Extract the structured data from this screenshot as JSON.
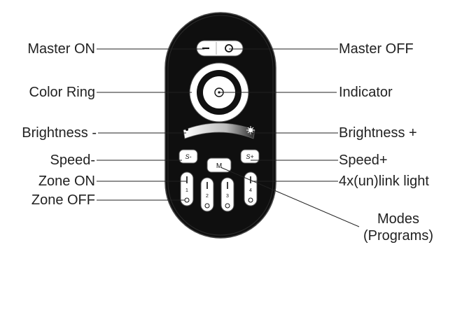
{
  "labels": {
    "master_on": "Master ON",
    "master_off": "Master OFF",
    "color_ring": "Color Ring",
    "indicator": "Indicator",
    "brightness_minus": "Brightness -",
    "brightness_plus": "Brightness +",
    "speed_minus": "Speed-",
    "speed_plus": "Speed+",
    "zone_on": "Zone ON",
    "zone_off": "Zone OFF",
    "link_light": "4x(un)link light",
    "modes_line1": "Modes",
    "modes_line2": "(Programs)"
  },
  "remote": {
    "speed_minus_key": "S-",
    "speed_plus_key": "S+",
    "mode_key": "M",
    "zones": [
      "1",
      "2",
      "3",
      "4"
    ]
  },
  "colors": {
    "remote_body": "#0f0f0f",
    "remote_edge": "#4a4a4a",
    "key_fill": "#ffffff",
    "line": "#222222",
    "text": "#222222"
  }
}
